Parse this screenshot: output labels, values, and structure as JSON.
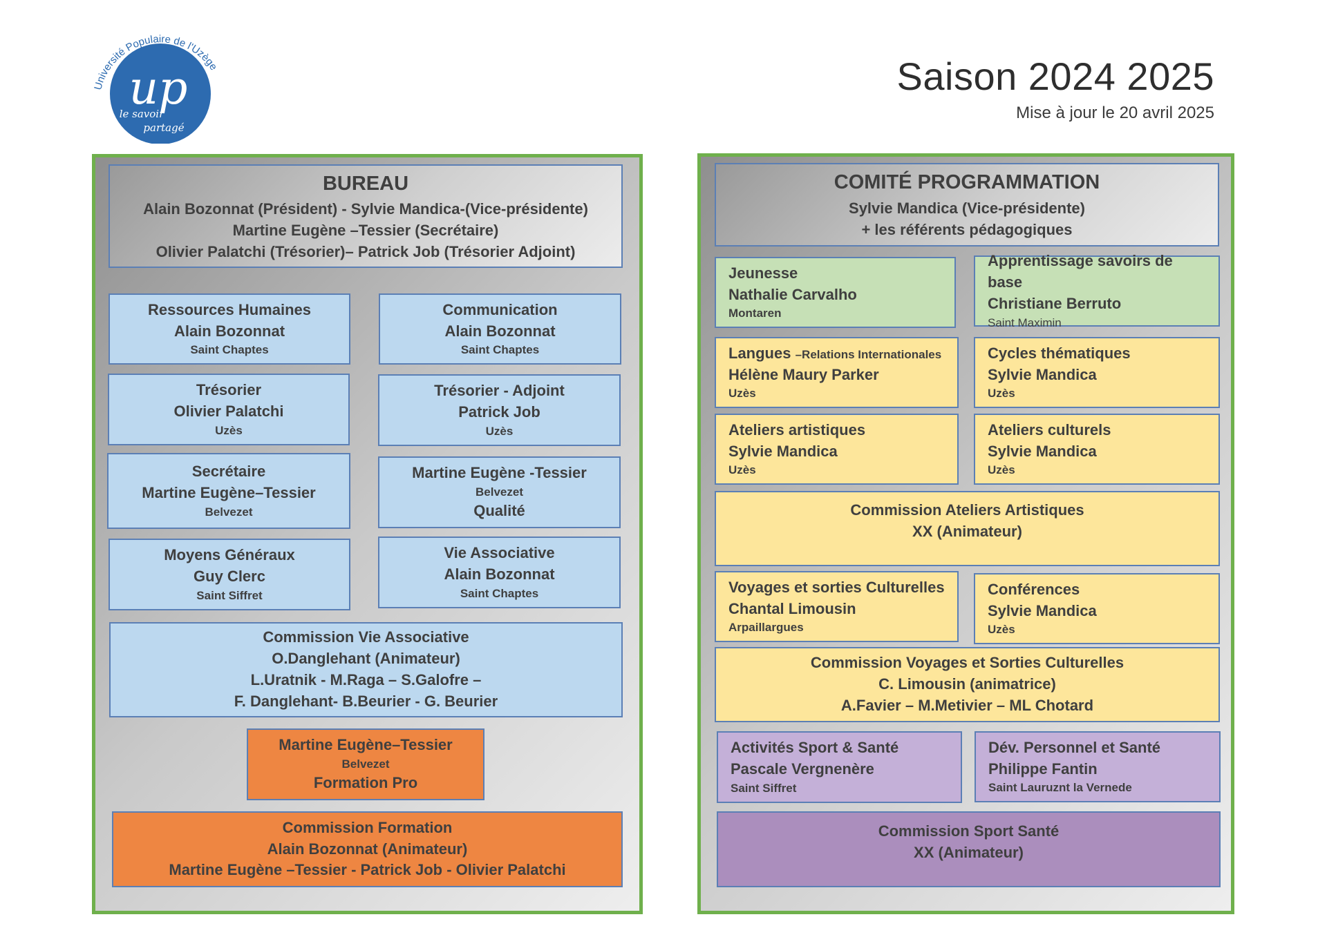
{
  "logo": {
    "arc_text": "Université Populaire de l'Uzège",
    "monogram": "up",
    "tagline_1": "le savoir",
    "tagline_2": "partagé",
    "color": "#2d6bb0"
  },
  "header": {
    "title": "Saison 2024 2025",
    "update": "Mise à jour le 20 avril 2025"
  },
  "colors": {
    "panel_border": "#6fb04c",
    "box_border": "#5b7fb5",
    "blue": "#bcd8ef",
    "orange": "#ee8642",
    "green": "#c6e0b6",
    "yellow": "#fde69b",
    "lavender": "#c4b0d8",
    "purple": "#ab8ebd"
  },
  "bureau": {
    "title": "BUREAU",
    "line1": "Alain Bozonnat (Président) - Sylvie Mandica-(Vice-présidente)",
    "line2": "Martine Eugène –Tessier (Secrétaire)",
    "line3": "Olivier Palatchi (Trésorier)– Patrick Job (Trésorier Adjoint)",
    "rh": {
      "role": "Ressources Humaines",
      "name": "Alain Bozonnat",
      "place": "Saint Chaptes"
    },
    "communication": {
      "role": "Communication",
      "name": "Alain Bozonnat",
      "place": "Saint Chaptes"
    },
    "tresorier": {
      "role": "Trésorier",
      "name": "Olivier Palatchi",
      "place": "Uzès"
    },
    "tresorier_adjoint": {
      "role": "Trésorier - Adjoint",
      "name": "Patrick Job",
      "place": "Uzès"
    },
    "secretaire": {
      "role": "Secrétaire",
      "name": "Martine Eugène–Tessier",
      "place": "Belvezet"
    },
    "qualite": {
      "name": "Martine Eugène -Tessier",
      "place": "Belvezet",
      "role": "Qualité"
    },
    "moyens": {
      "role": "Moyens Généraux",
      "name": "Guy Clerc",
      "place": "Saint Siffret"
    },
    "vie_asso": {
      "role": "Vie Associative",
      "name": "Alain Bozonnat",
      "place": "Saint Chaptes"
    },
    "commission_vie": {
      "title": "Commission Vie Associative",
      "line1": "O.Danglehant (Animateur)",
      "line2": "L.Uratnik - M.Raga – S.Galofre –",
      "line3": "F. Danglehant- B.Beurier - G. Beurier"
    },
    "formation_pro": {
      "name": "Martine Eugène–Tessier",
      "place": "Belvezet",
      "role": "Formation Pro"
    },
    "commission_formation": {
      "title": "Commission Formation",
      "line1": "Alain Bozonnat (Animateur)",
      "line2": "Martine Eugène –Tessier - Patrick Job - Olivier Palatchi"
    }
  },
  "comite": {
    "title": "COMITÉ PROGRAMMATION",
    "line1": "Sylvie Mandica (Vice-présidente)",
    "line2": "+ les référents pédagogiques",
    "jeunesse": {
      "role": "Jeunesse",
      "name": "Nathalie Carvalho",
      "place": "Montaren"
    },
    "apprentissage": {
      "role": "Apprentissage savoirs de base",
      "name": "Christiane Berruto",
      "place": "Saint Maximin"
    },
    "langues": {
      "role": "Langues",
      "role_suffix": "–Relations Internationales",
      "name": "Hélène Maury Parker",
      "place": "Uzès"
    },
    "cycles": {
      "role": "Cycles thématiques",
      "name": "Sylvie Mandica",
      "place": "Uzès"
    },
    "ateliers_art": {
      "role": "Ateliers artistiques",
      "name": "Sylvie Mandica",
      "place": "Uzès"
    },
    "ateliers_cult": {
      "role": "Ateliers culturels",
      "name": "Sylvie Mandica",
      "place": "Uzès"
    },
    "commission_ateliers": {
      "title": "Commission Ateliers Artistiques",
      "line1": "XX (Animateur)"
    },
    "voyages": {
      "role": "Voyages et sorties Culturelles",
      "name": "Chantal Limousin",
      "place": "Arpaillargues"
    },
    "conferences": {
      "role": "Conférences",
      "name": "Sylvie Mandica",
      "place": "Uzès"
    },
    "commission_voyages": {
      "title": "Commission Voyages et Sorties Culturelles",
      "line1": "C. Limousin (animatrice)",
      "line2": "A.Favier – M.Metivier – ML Chotard"
    },
    "sport": {
      "role": "Activités Sport & Santé",
      "name": "Pascale Vergnenère",
      "place": "Saint Siffret"
    },
    "dev_perso": {
      "role": "Dév. Personnel et Santé",
      "name": "Philippe Fantin",
      "place": "Saint Lauruznt la Vernede"
    },
    "commission_sport": {
      "title": "Commission Sport Santé",
      "line1": "XX (Animateur)"
    }
  }
}
